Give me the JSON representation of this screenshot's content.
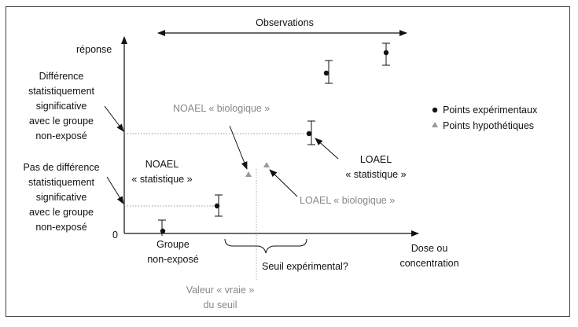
{
  "observations_label": "Observations",
  "y_axis_label": "réponse",
  "x_axis_label": [
    "Dose ou",
    "concentration"
  ],
  "origin_label": "0",
  "diff_significant": [
    "Différence",
    "statistiquement",
    "significative",
    "avec le groupe",
    "non-exposé"
  ],
  "no_diff": [
    "Pas de différence",
    "statistiquement",
    "significative",
    "avec le groupe",
    "non-exposé"
  ],
  "noael_stat": [
    "NOAEL",
    "« statistique »"
  ],
  "loael_stat": [
    "LOAEL",
    "« statistique »"
  ],
  "noael_bio": "NOAEL « biologique »",
  "loael_bio": "LOAEL « biologique »",
  "control_group": [
    "Groupe",
    "non-exposé"
  ],
  "seuil_experimental": "Seuil expérimental?",
  "valeur_vraie": [
    "Valeur « vraie »",
    "du seuil"
  ],
  "legend": {
    "experimental": "Points expérimentaux",
    "hypothetical": "Points hypothétiques"
  },
  "colors": {
    "black": "#111111",
    "grey": "#999999"
  },
  "icons": {
    "experimental": "filled-circle",
    "hypothetical": "filled-triangle"
  }
}
